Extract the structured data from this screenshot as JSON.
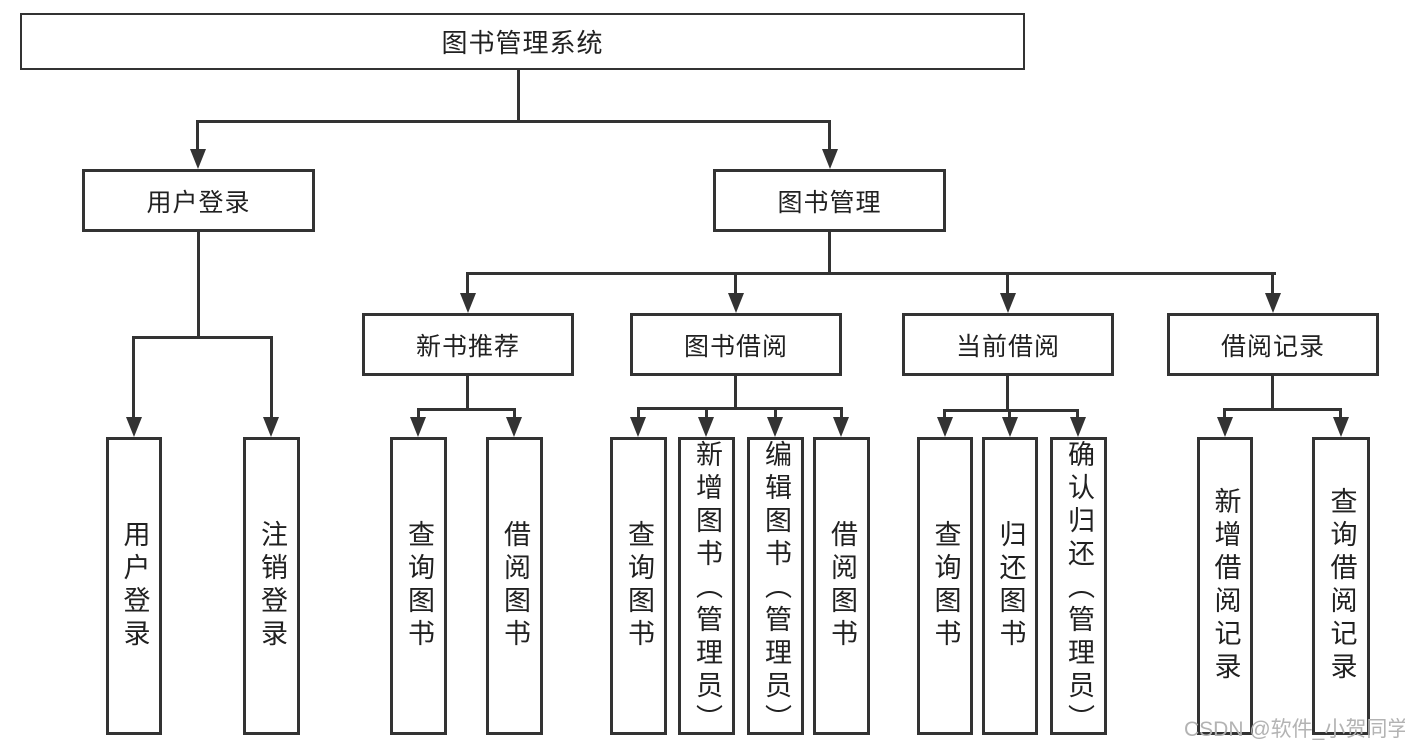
{
  "diagram": {
    "root": {
      "label": "图书管理系统"
    },
    "level2": [
      {
        "label": "用户登录"
      },
      {
        "label": "图书管理"
      }
    ],
    "level3": [
      {
        "label": "新书推荐"
      },
      {
        "label": "图书借阅"
      },
      {
        "label": "当前借阅"
      },
      {
        "label": "借阅记录"
      }
    ],
    "leaves": [
      {
        "label": "用户登录"
      },
      {
        "label": "注销登录"
      },
      {
        "label": "查询图书"
      },
      {
        "label": "借阅图书"
      },
      {
        "label": "查询图书"
      },
      {
        "label": "新增图书（管理员）"
      },
      {
        "label": "编辑图书（管理员）"
      },
      {
        "label": "借阅图书"
      },
      {
        "label": "查询图书"
      },
      {
        "label": "归还图书"
      },
      {
        "label": "确认归还（管理员）"
      },
      {
        "label": "新增借阅记录"
      },
      {
        "label": "查询借阅记录"
      }
    ]
  },
  "watermark": {
    "text": "CSDN @软件_小贺同学"
  },
  "colors": {
    "line": "#333333",
    "border": "#333333",
    "text": "#212121",
    "watermark": "#b3b3b3",
    "background": "#ffffff"
  }
}
